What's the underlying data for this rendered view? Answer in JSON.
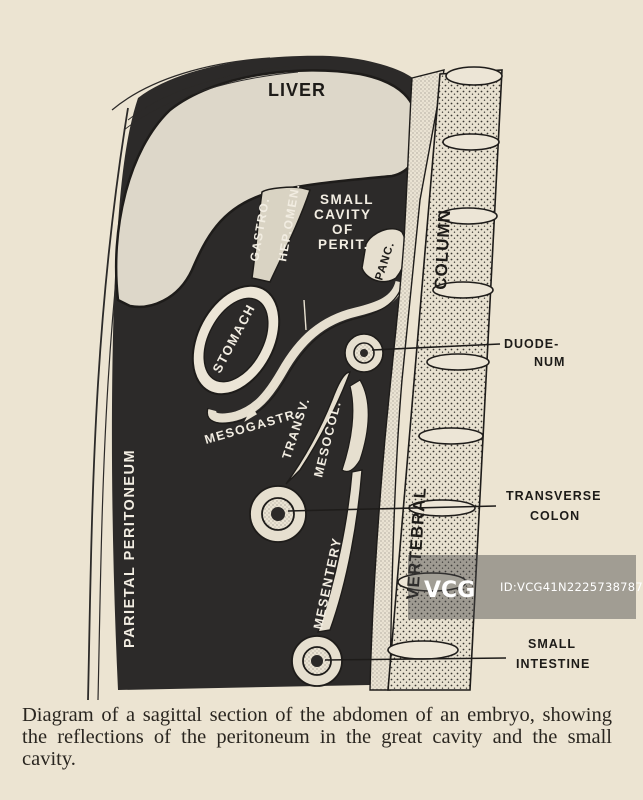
{
  "labels": {
    "liver": "LIVER",
    "small_cavity": [
      "SMALL",
      "CAVITY",
      "OF",
      "PERIT."
    ],
    "gastro": "GASTRO.",
    "hep_omen": "HEP.OMEN.",
    "panc": "PANC.",
    "stomach": "STOMACH",
    "mesogastr": "MESOGASTR.",
    "transv": "TRANSV.",
    "mesocol": "MESOCOL.",
    "mesentery": "MESENTERY",
    "parietal_peritoneum": "PARIETAL PERITONEUM",
    "vertebral": "VERTEBRAL",
    "column": "COLUMN",
    "duodenum": [
      "DUODE-",
      "NUM"
    ],
    "transverse_colon": [
      "TRANSVERSE",
      "COLON"
    ],
    "small_intestine": [
      "SMALL",
      "INTESTINE"
    ]
  },
  "caption": "Diagram of a sagittal section of the abdomen of an embryo, showing the reflections of the peritoneum in the great cavity and the small cavity.",
  "watermark": {
    "id": "ID:VCG41N2225738787",
    "logo": "VCG"
  },
  "colors": {
    "paper": "#ece4d2",
    "ink": "#2c2a29",
    "liver": "#ddd7c9"
  }
}
